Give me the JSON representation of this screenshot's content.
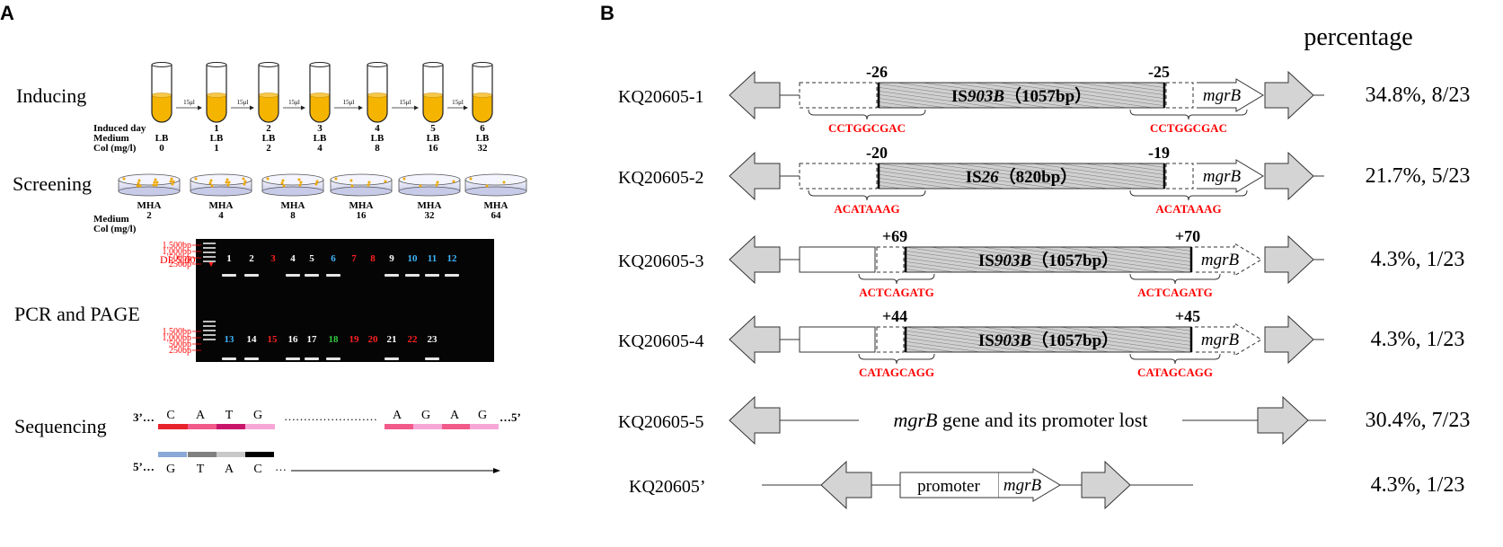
{
  "panel_a": {
    "letter": "A",
    "inducing": {
      "label": "Inducing",
      "row_labels": [
        "Induced day",
        "Medium",
        "Col (mg/l)"
      ],
      "tubes": [
        {
          "day": "",
          "medium": "LB",
          "col": "0"
        },
        {
          "day": "1",
          "medium": "LB",
          "col": "1"
        },
        {
          "day": "2",
          "medium": "LB",
          "col": "2"
        },
        {
          "day": "3",
          "medium": "LB",
          "col": "4"
        },
        {
          "day": "4",
          "medium": "LB",
          "col": "8"
        },
        {
          "day": "5",
          "medium": "LB",
          "col": "16"
        },
        {
          "day": "6",
          "medium": "LB",
          "col": "32"
        }
      ],
      "transfer_label": "15μl"
    },
    "screening": {
      "label": "Screening",
      "row_labels": [
        "Medium",
        "Col (mg/l)"
      ],
      "plates": [
        {
          "medium": "MHA",
          "col": "2"
        },
        {
          "medium": "MHA",
          "col": "4"
        },
        {
          "medium": "MHA",
          "col": "8"
        },
        {
          "medium": "MHA",
          "col": "16"
        },
        {
          "medium": "MHA",
          "col": "32"
        },
        {
          "medium": "MHA",
          "col": "64"
        }
      ]
    },
    "pcr": {
      "label": "PCR and PAGE",
      "marker_title": "DL 5,000bp DNA Marker",
      "marker_sizes": [
        "1,500bp",
        "1,000bp",
        "500bp",
        "250bp"
      ],
      "row1_lanes": [
        {
          "n": "1",
          "color": "#ffffff"
        },
        {
          "n": "2",
          "color": "#ffffff"
        },
        {
          "n": "3",
          "color": "#ff2020"
        },
        {
          "n": "4",
          "color": "#ffffff"
        },
        {
          "n": "5",
          "color": "#ffffff"
        },
        {
          "n": "6",
          "color": "#3fb6ff"
        },
        {
          "n": "7",
          "color": "#ff2020"
        },
        {
          "n": "8",
          "color": "#ff2020"
        },
        {
          "n": "9",
          "color": "#ffffff"
        },
        {
          "n": "10",
          "color": "#3fb6ff"
        },
        {
          "n": "11",
          "color": "#3fb6ff"
        },
        {
          "n": "12",
          "color": "#3fb6ff"
        }
      ],
      "row2_lanes": [
        {
          "n": "13",
          "color": "#3fb6ff"
        },
        {
          "n": "14",
          "color": "#ffffff"
        },
        {
          "n": "15",
          "color": "#ff2020"
        },
        {
          "n": "16",
          "color": "#ffffff"
        },
        {
          "n": "17",
          "color": "#ffffff"
        },
        {
          "n": "18",
          "color": "#2ecc40"
        },
        {
          "n": "19",
          "color": "#ff2020"
        },
        {
          "n": "20",
          "color": "#ff2020"
        },
        {
          "n": "21",
          "color": "#ffffff"
        },
        {
          "n": "22",
          "color": "#ff2020"
        },
        {
          "n": "23",
          "color": "#ffffff"
        }
      ]
    },
    "sequencing": {
      "label": "Sequencing",
      "top_prefix": "3’…",
      "top_bases": [
        "C",
        "A",
        "T",
        "G"
      ],
      "top_dots": "……………………",
      "top_right_bases": [
        "A",
        "G",
        "A",
        "G"
      ],
      "top_suffix": "…5’",
      "bottom_prefix": "5’…",
      "bottom_bases": [
        "G",
        "T",
        "A",
        "C"
      ],
      "bottom_dots": "…"
    }
  },
  "panel_b": {
    "letter": "B",
    "header": "percentage",
    "rows": [
      {
        "name": "KQ20605-1",
        "left_pos": "-26",
        "right_pos": "-25",
        "is_prefix": "IS",
        "is_italic": "903B",
        "is_suffix": "（1057bp）",
        "seq": "CCTGGCGAC",
        "gene": "mgrB",
        "percentage": "34.8%, 8/23"
      },
      {
        "name": "KQ20605-2",
        "left_pos": "-20",
        "right_pos": "-19",
        "is_prefix": "IS",
        "is_italic": "26",
        "is_suffix": "（820bp）",
        "seq": "ACATAAAG",
        "gene": "mgrB",
        "percentage": "21.7%, 5/23"
      },
      {
        "name": "KQ20605-3",
        "left_pos": "+69",
        "right_pos": "+70",
        "is_prefix": "IS",
        "is_italic": "903B",
        "is_suffix": "（1057bp）",
        "seq": "ACTCAGATG",
        "gene": "mgrB",
        "percentage": "4.3%, 1/23"
      },
      {
        "name": "KQ20605-4",
        "left_pos": "+44",
        "right_pos": "+45",
        "is_prefix": "IS",
        "is_italic": "903B",
        "is_suffix": "（1057bp）",
        "seq": "CATAGCAGG",
        "gene": "mgrB",
        "percentage": "4.3%, 1/23"
      },
      {
        "name": "KQ20605-5",
        "lost_gene": "mgrB",
        "lost_text": " gene and its promoter lost",
        "percentage": "30.4%, 7/23"
      },
      {
        "name": "KQ20605’",
        "promoter": "promoter",
        "gene": "mgrB",
        "percentage": "4.3%, 1/23"
      }
    ]
  },
  "colors": {
    "accent_red": "#ff0000",
    "tube_yellow": "#f4b400",
    "gel_black": "#050505",
    "arrow_gray": "#d4d4d4"
  }
}
